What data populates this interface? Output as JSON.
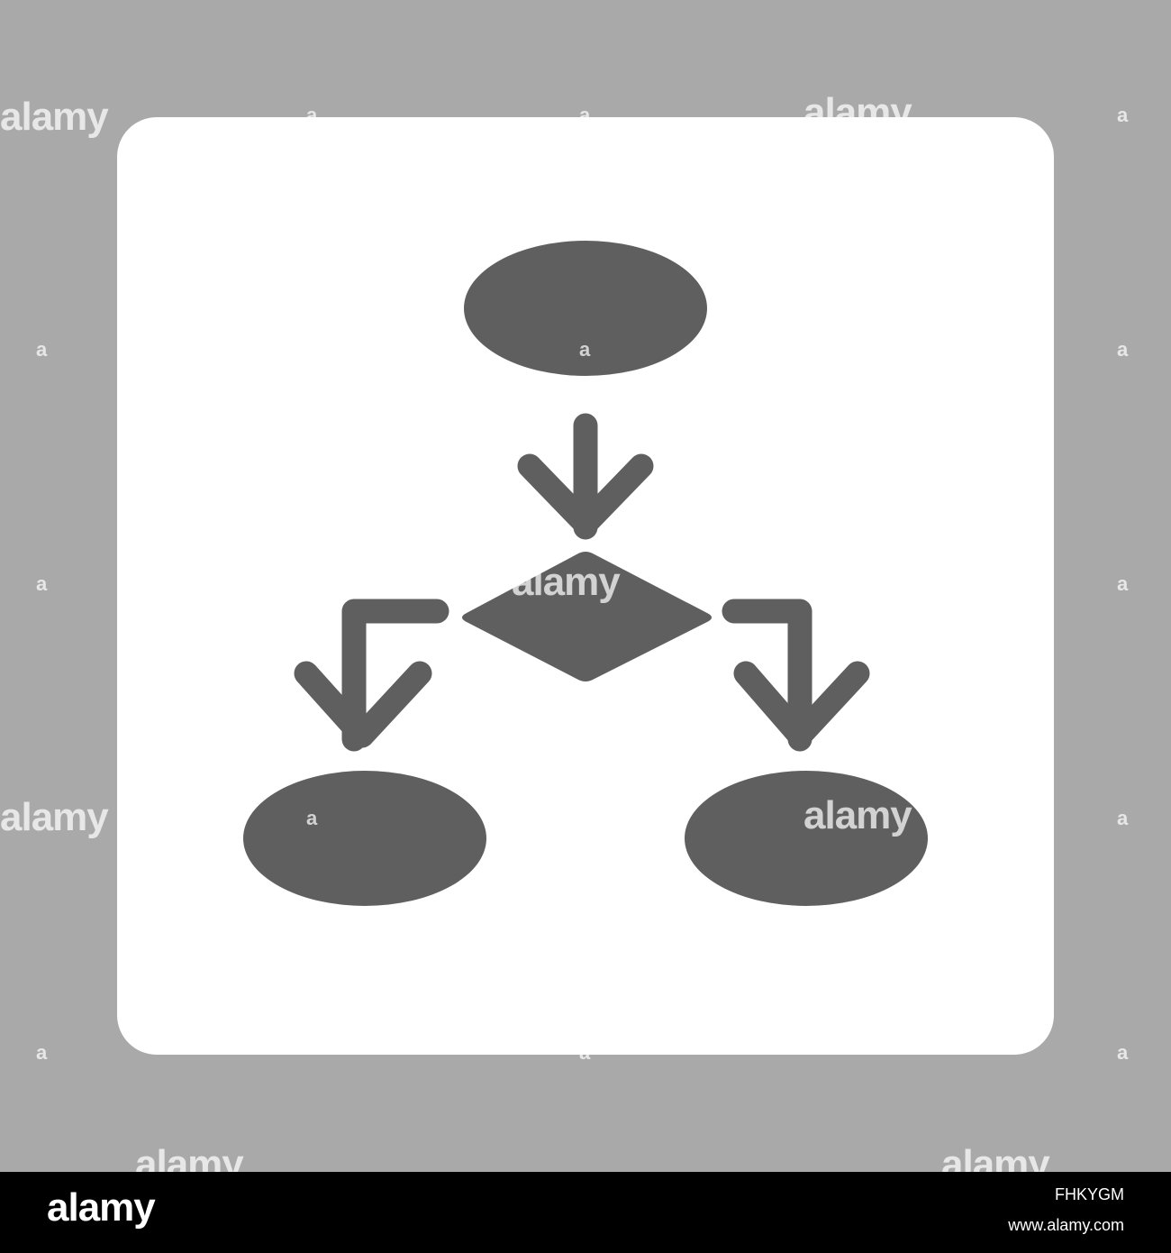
{
  "colors": {
    "background": "#a9a9a9",
    "tile": "#ffffff",
    "glyph": "#5f5f5f",
    "footer": "#000000"
  },
  "icon": {
    "name": "flowchart-icon"
  },
  "watermark": {
    "text": "alamy",
    "mark": "a"
  },
  "footer": {
    "logo": "alamy",
    "image_id": "FHKYGM",
    "url": "www.alamy.com"
  }
}
